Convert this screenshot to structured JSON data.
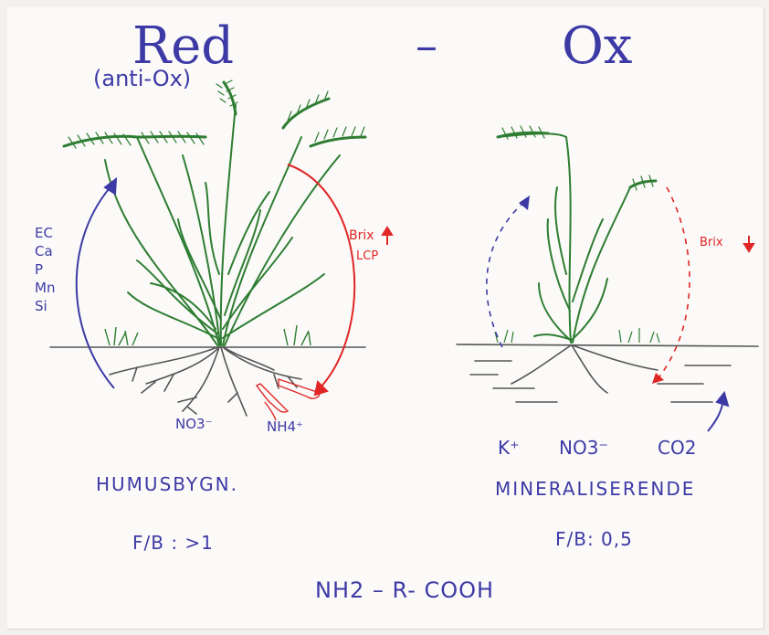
{
  "title": {
    "left": "Red",
    "dash": "–",
    "right": "Ox"
  },
  "subtitle": "(anti-Ox)",
  "left_panel": {
    "nutrients": [
      "EC",
      "Ca",
      "P",
      "Mn",
      "Si"
    ],
    "brix_label": "Brix",
    "lcp_label": "LCP",
    "root_ions": [
      "NO3⁻",
      "NH4⁺"
    ],
    "caption": "HUMUSBYGN.",
    "ratio": "F/B : >1"
  },
  "right_panel": {
    "brix_label": "Brix",
    "root_ions": [
      "K⁺",
      "NO3⁻",
      "CO2"
    ],
    "caption": "MINERALISERENDE",
    "ratio": "F/B: 0,5"
  },
  "formula": "NH2 – R- COOH",
  "colors": {
    "ink_blue": "#3d3aa6",
    "ink_red": "#e02626",
    "plant_green": "#2e7d32",
    "ground_gray": "#555555"
  }
}
